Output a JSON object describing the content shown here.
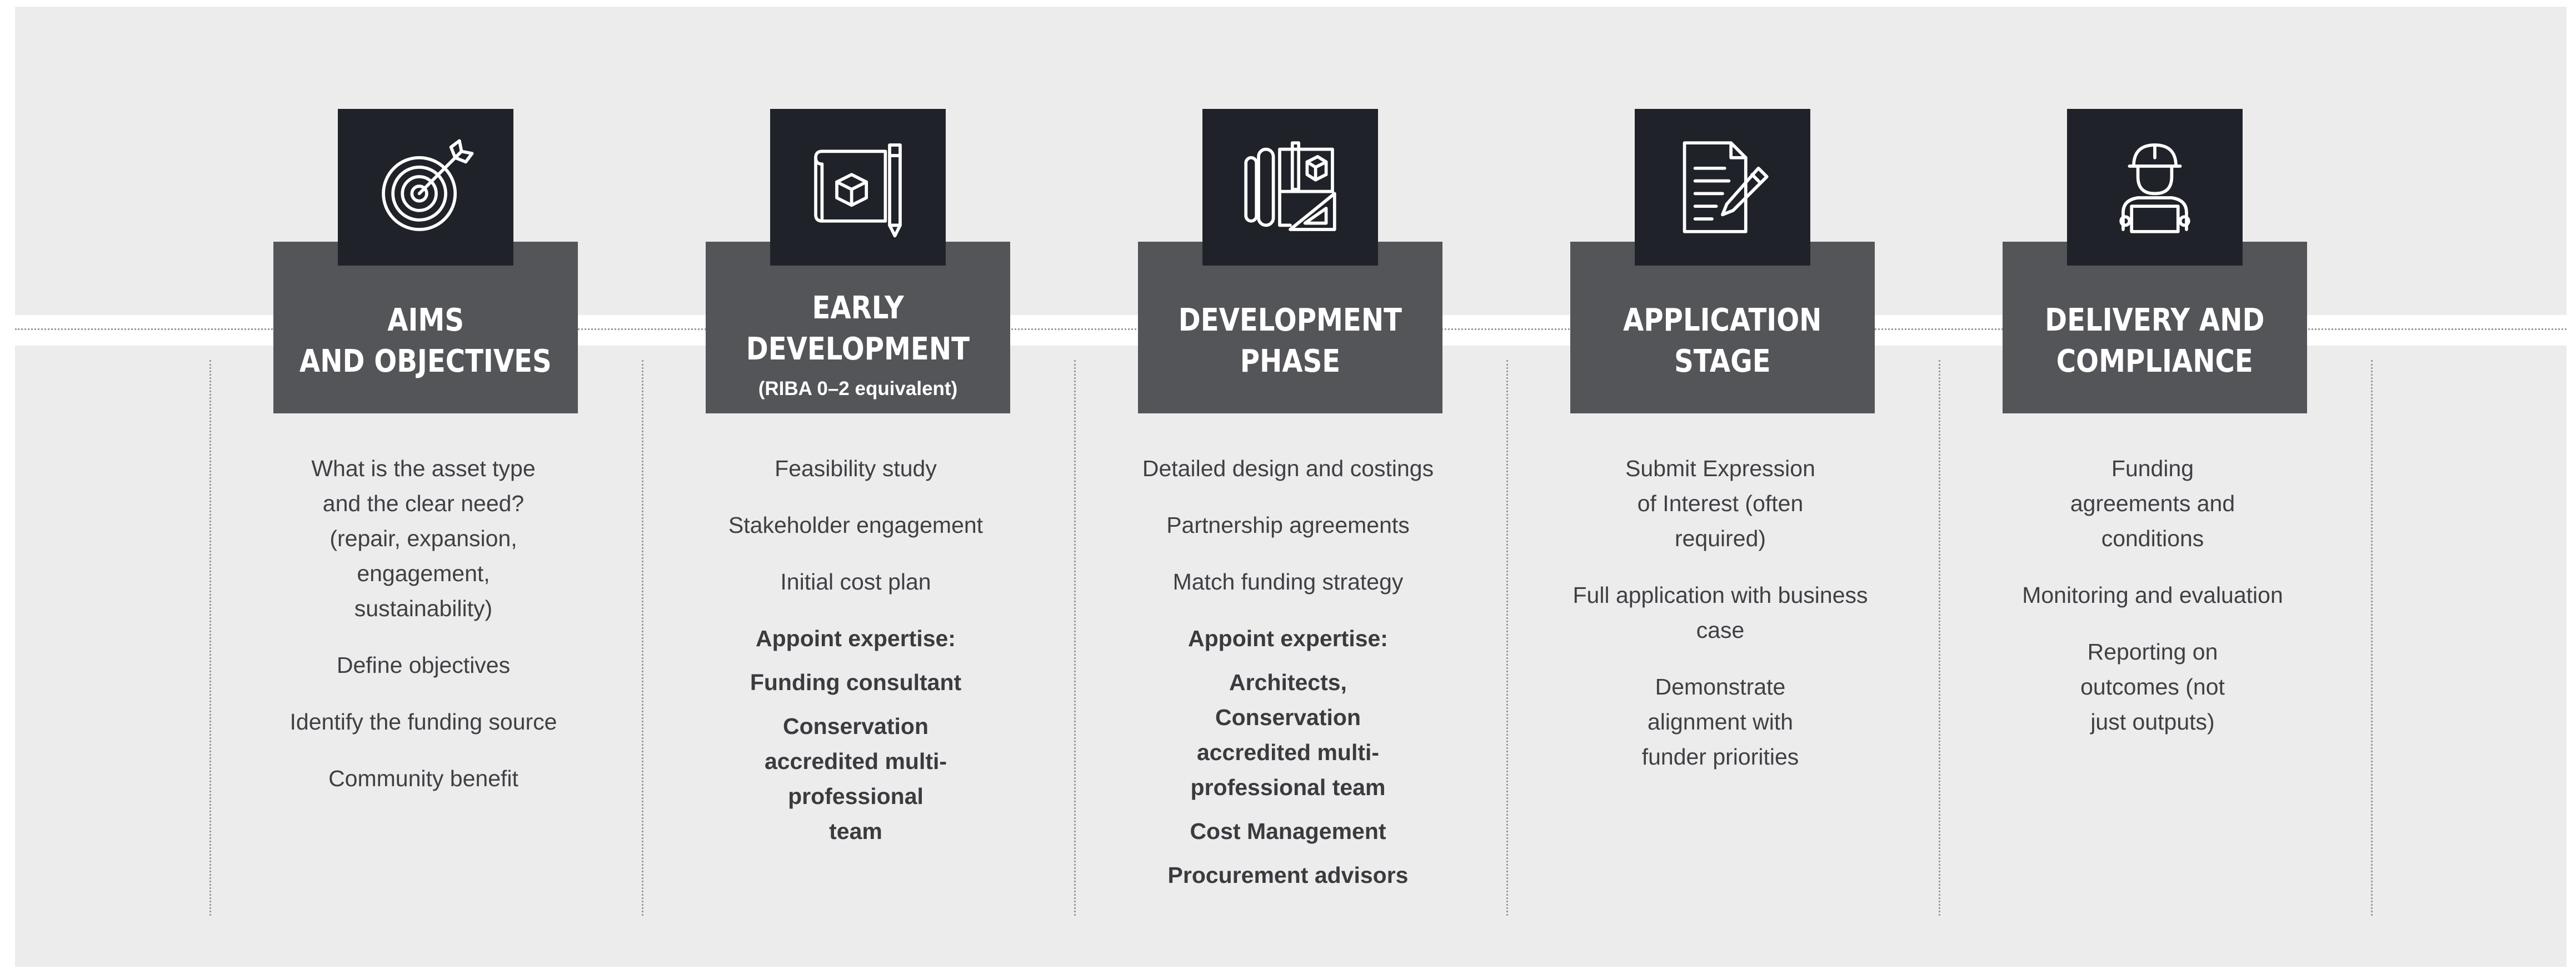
{
  "stages": [
    {
      "icon": "target-icon",
      "title_line1": "AIMS",
      "title_line2": "AND OBJECTIVES",
      "subtitle": "",
      "items": [
        {
          "text": "What is the asset type and the clear need? (repair, expansion, engagement, sustainability)",
          "bold": false
        },
        {
          "text": "Define objectives",
          "bold": false
        },
        {
          "text": "Identify the funding source",
          "bold": false
        },
        {
          "text": "Community benefit",
          "bold": false
        }
      ]
    },
    {
      "icon": "blueprint-pencil-icon",
      "title_line1": "EARLY",
      "title_line2": "DEVELOPMENT",
      "subtitle": "(RIBA 0–2 equivalent)",
      "items": [
        {
          "text": "Feasibility study",
          "bold": false
        },
        {
          "text": "Stakeholder engagement",
          "bold": false
        },
        {
          "text": "Initial cost plan",
          "bold": false
        },
        {
          "text": "Appoint expertise:",
          "bold": true
        },
        {
          "text": "Funding consultant",
          "bold": true
        },
        {
          "text": "Conservation accredited multi-professional team",
          "bold": true
        }
      ]
    },
    {
      "icon": "drafting-tools-icon",
      "title_line1": "DEVELOPMENT",
      "title_line2": "PHASE",
      "subtitle": "",
      "items": [
        {
          "text": "Detailed design and costings",
          "bold": false
        },
        {
          "text": "Partnership agreements",
          "bold": false
        },
        {
          "text": "Match funding strategy",
          "bold": false
        },
        {
          "text": "Appoint expertise:",
          "bold": true
        },
        {
          "text": "Architects, Conservation accredited multi-professional team",
          "bold": true
        },
        {
          "text": "Cost Management",
          "bold": true
        },
        {
          "text": "Procurement advisors",
          "bold": true
        }
      ]
    },
    {
      "icon": "document-pen-icon",
      "title_line1": "APPLICATION",
      "title_line2": "STAGE",
      "subtitle": "",
      "items": [
        {
          "text": "Submit Expression of Interest (often required)",
          "bold": false
        },
        {
          "text": "Full application with business case",
          "bold": false
        },
        {
          "text": "Demonstrate alignment with funder priorities",
          "bold": false
        }
      ]
    },
    {
      "icon": "engineer-hardhat-icon",
      "title_line1": "DELIVERY AND",
      "title_line2": "COMPLIANCE",
      "subtitle": "",
      "items": [
        {
          "text": "Funding agreements and conditions",
          "bold": false
        },
        {
          "text": "Monitoring and evaluation",
          "bold": false
        },
        {
          "text": "Reporting on outcomes (not just outputs)",
          "bold": false
        }
      ]
    }
  ]
}
